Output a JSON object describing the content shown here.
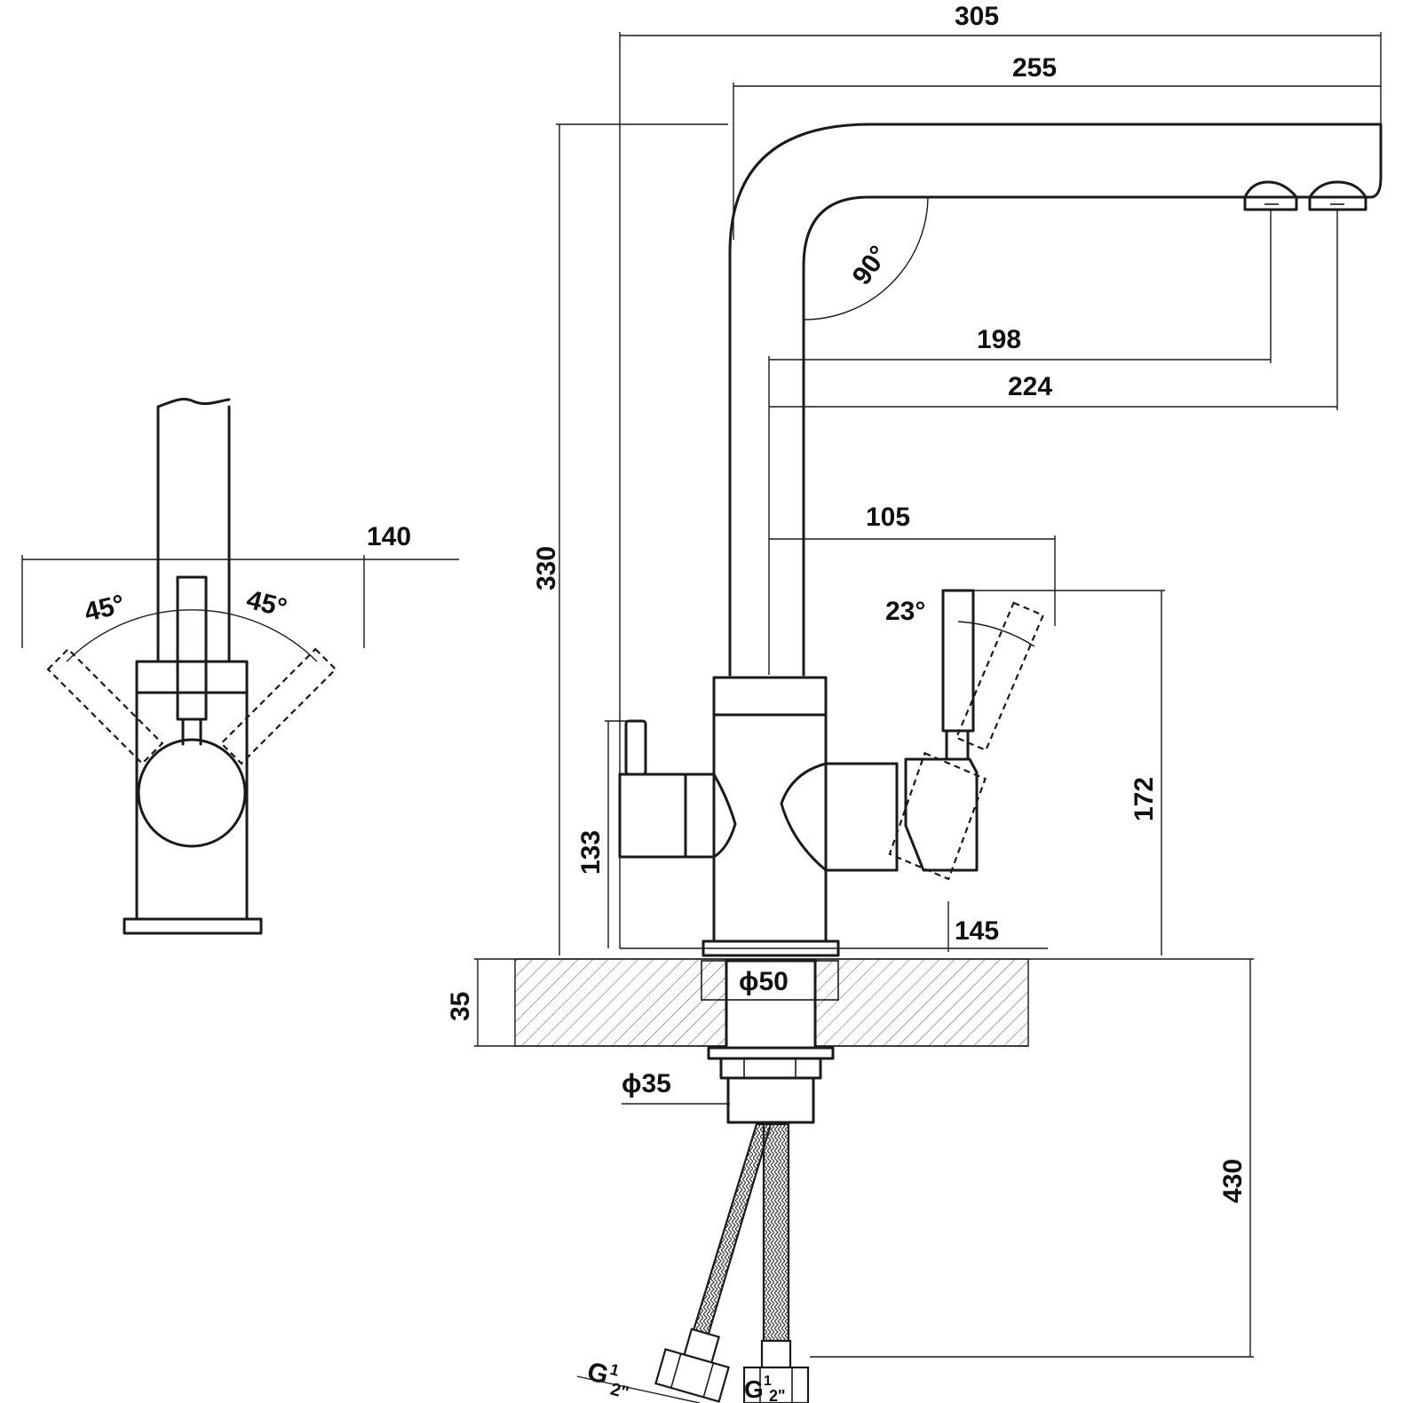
{
  "dimensions": {
    "overall_reach": "305",
    "spout_reach": "255",
    "outlet_1_reach": "198",
    "outlet_2_reach": "224",
    "handle_offset": "105",
    "handle_angle_right": "23°",
    "total_height": "330",
    "lever_height": "133",
    "handle_height": "172",
    "base_to_handle": "145",
    "deck_thickness": "35",
    "hose_length": "430",
    "mount_diameter": "ϕ50",
    "shank_diameter": "ϕ35",
    "spout_angle": "90°",
    "side_span": "140",
    "side_angle_left": "45°",
    "side_angle_right": "45°"
  },
  "thread_labels": {
    "left_main": "G",
    "left_num": "1",
    "left_den": "2\"",
    "right_main": "G",
    "right_num": "1",
    "right_den": "2\""
  },
  "colors": {
    "line": "#1a1a1a",
    "background": "#ffffff"
  }
}
